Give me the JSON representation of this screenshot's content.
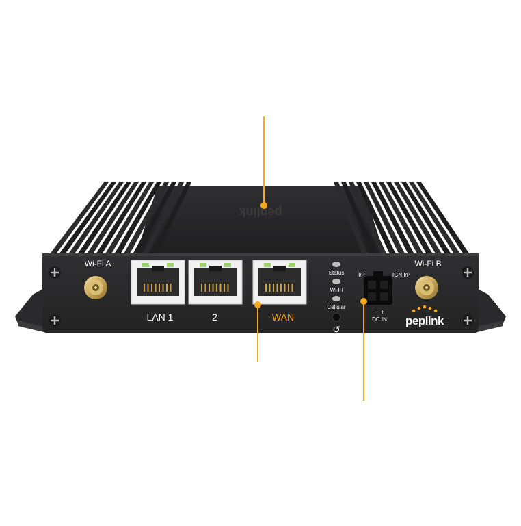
{
  "device": {
    "brand_logo": "peplink",
    "top_logo": "peplink",
    "antenna_left_label": "Wi-Fi A",
    "antenna_right_label": "Wi-Fi B",
    "port_labels": {
      "lan1": "LAN 1",
      "lan2": "2",
      "wan": "WAN"
    },
    "led_labels": {
      "status": "Status",
      "wifi": "Wi-Fi",
      "cellular": "Cellular"
    },
    "reset_symbol": "↺",
    "power_labels": {
      "ip": "I/P",
      "ign_ip": "IGN I/P",
      "polarity": "−  +",
      "dc_in": "DC IN"
    }
  },
  "colors": {
    "callout_line": "#f6a81c",
    "callout_dot": "#f6a81c",
    "wan_label": "#f6a81c",
    "chassis": "#2a2a2b",
    "label_text": "#ffffff"
  }
}
